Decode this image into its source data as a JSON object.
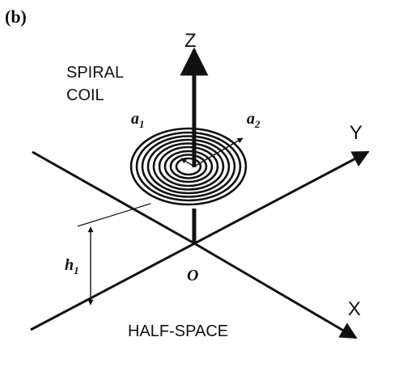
{
  "panel_label": "(b)",
  "axes": {
    "z": "Z",
    "y": "Y",
    "x": "X"
  },
  "origin_label": "O",
  "coil_label_line1": "SPIRAL",
  "coil_label_line2": "COIL",
  "inner_radius_label": {
    "base": "a",
    "sub": "1"
  },
  "outer_radius_label": {
    "base": "a",
    "sub": "2"
  },
  "height_label": {
    "base": "h",
    "sub": "1"
  },
  "region_label": "HALF-SPACE",
  "colors": {
    "ink": "#111111",
    "background": "#ffffff"
  }
}
